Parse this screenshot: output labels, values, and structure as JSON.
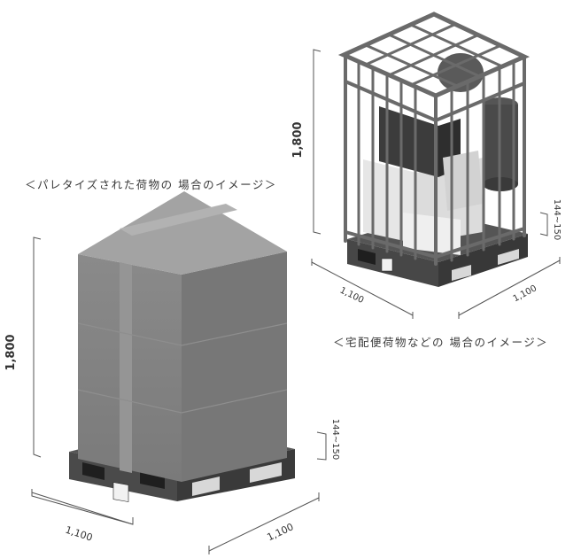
{
  "captions": {
    "palletized": "＜パレタイズされた荷物の 場合のイメージ＞",
    "parcel": "＜宅配便荷物などの 場合のイメージ＞"
  },
  "palletized_dims": {
    "height": "1,800",
    "pallet_height": "144~150",
    "width_left": "1,100",
    "width_right": "1,100"
  },
  "cage_dims": {
    "height": "1,800",
    "pallet_height": "144~150",
    "width_left": "1,100",
    "width_right": "1,100"
  },
  "colors": {
    "box_front": "#858585",
    "box_side": "#737373",
    "box_top": "#9e9e9e",
    "pallet": "#3a3a3a",
    "cage_frame": "#6e6e6e",
    "dimension_line": "#555555"
  }
}
